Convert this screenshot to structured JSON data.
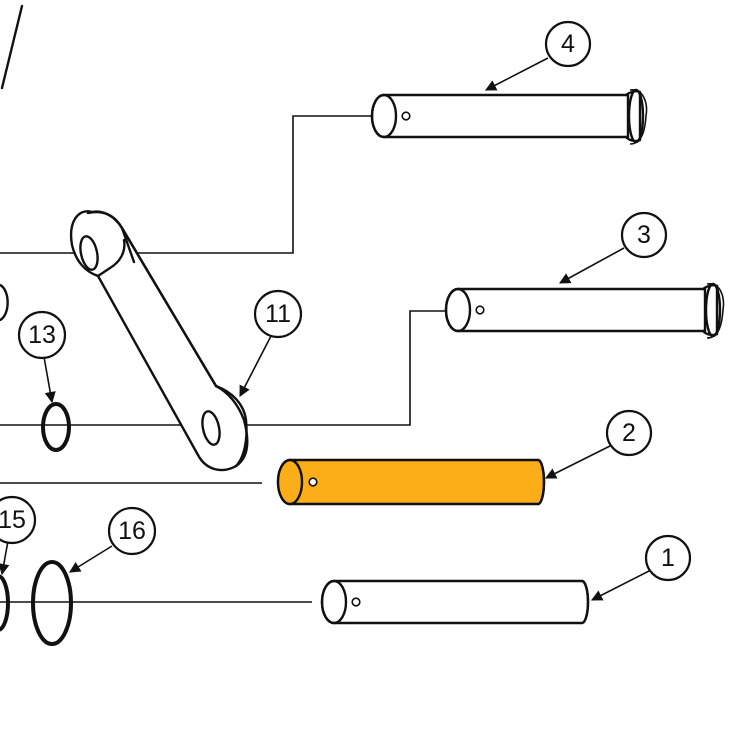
{
  "diagram": {
    "highlight_color": "#FBAE17",
    "line_color": "#111111",
    "callouts": [
      {
        "id": "c1",
        "label": "1"
      },
      {
        "id": "c2",
        "label": "2"
      },
      {
        "id": "c3",
        "label": "3"
      },
      {
        "id": "c4",
        "label": "4"
      },
      {
        "id": "c11",
        "label": "11"
      },
      {
        "id": "c13",
        "label": "13"
      },
      {
        "id": "c15",
        "label": "15"
      },
      {
        "id": "c16",
        "label": "16"
      }
    ]
  }
}
